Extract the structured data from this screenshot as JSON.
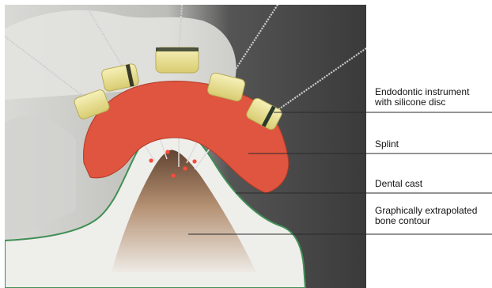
{
  "figure": {
    "labels": [
      {
        "lines": [
          "Endodontic instrument",
          "with silicone disc"
        ]
      },
      {
        "lines": [
          "Splint"
        ]
      },
      {
        "lines": [
          "Dental cast"
        ]
      },
      {
        "lines": [
          "Graphically extrapolated",
          "bone contour"
        ]
      }
    ]
  },
  "colors": {
    "background": "#ffffff",
    "dark_backdrop": "#3b3b3b",
    "cast": "#efefed",
    "splint": "#e0553f",
    "silicone_disc": "#efe8a0",
    "bone_contour": "#8a6a52",
    "leader_line": "#2a2a2a"
  }
}
